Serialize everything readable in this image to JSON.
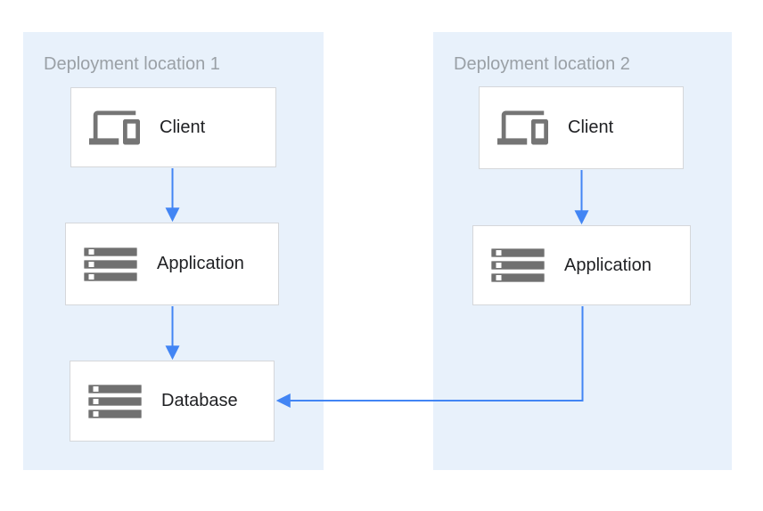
{
  "diagram": {
    "regions": [
      {
        "title": "Deployment location 1",
        "nodes": [
          {
            "id": "client1",
            "label": "Client",
            "icon": "devices-icon"
          },
          {
            "id": "app1",
            "label": "Application",
            "icon": "server-stack-icon"
          },
          {
            "id": "db1",
            "label": "Database",
            "icon": "server-stack-icon"
          }
        ]
      },
      {
        "title": "Deployment location 2",
        "nodes": [
          {
            "id": "client2",
            "label": "Client",
            "icon": "devices-icon"
          },
          {
            "id": "app2",
            "label": "Application",
            "icon": "server-stack-icon"
          }
        ]
      }
    ],
    "edges": [
      {
        "from": "client1",
        "to": "app1"
      },
      {
        "from": "app1",
        "to": "db1"
      },
      {
        "from": "client2",
        "to": "app2"
      },
      {
        "from": "app2",
        "to": "db1"
      }
    ],
    "colors": {
      "region_background": "#e8f1fb",
      "node_background": "#ffffff",
      "node_border": "#d5d7da",
      "arrow_blue": "#4285f4",
      "icon_gray": "#757575",
      "region_title_text": "#9aa0a6",
      "node_label_text": "#202124"
    }
  }
}
